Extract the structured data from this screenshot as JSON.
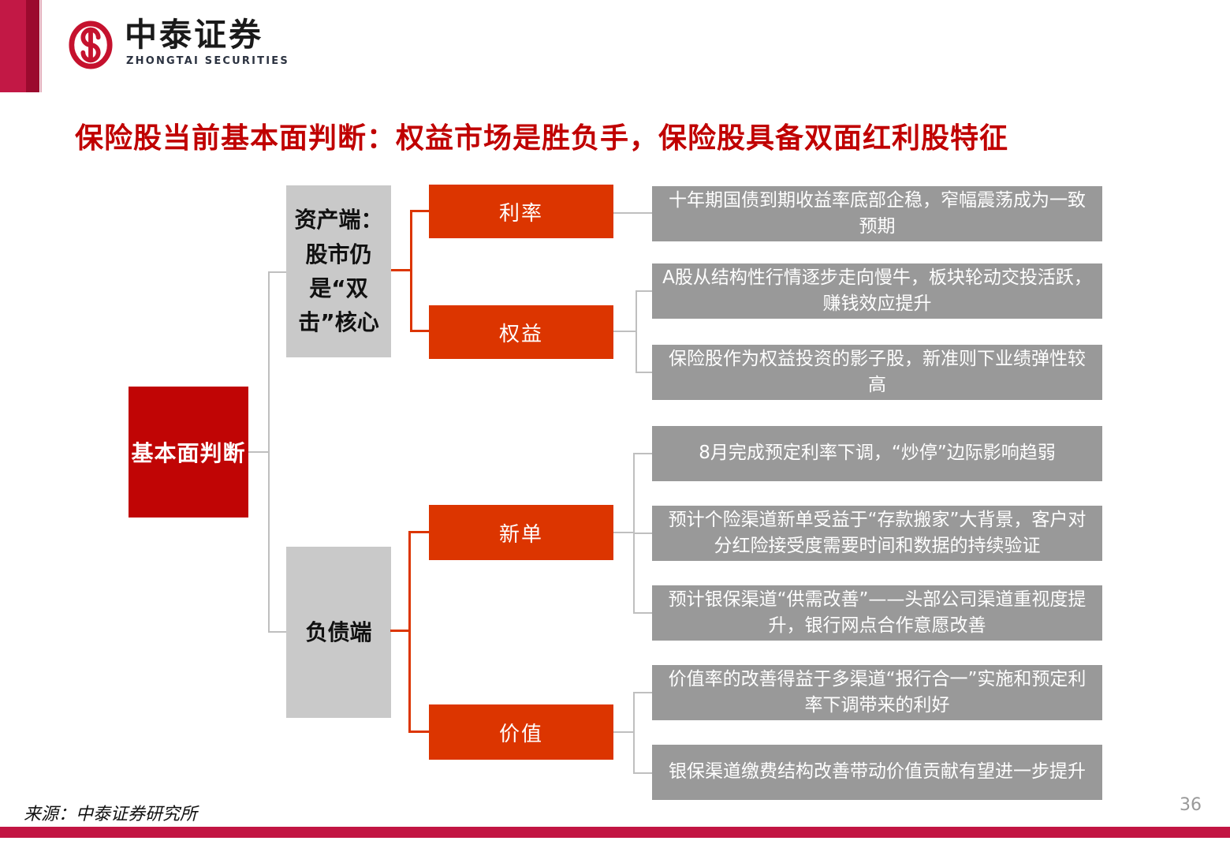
{
  "logo": {
    "cn": "中泰证券",
    "en": "ZHONGTAI SECURITIES"
  },
  "title": "保险股当前基本面判断：权益市场是胜负手，保险股具备双面红利股特征",
  "diagram": {
    "root": {
      "label": "基本面判断"
    },
    "branches": [
      {
        "label": "资产端：股市仍是“双击”核心",
        "leaves": [
          {
            "label": "利率",
            "points": [
              "十年期国债到期收益率底部企稳，窄幅震荡成为一致预期"
            ]
          },
          {
            "label": "权益",
            "points": [
              "A股从结构性行情逐步走向慢牛，板块轮动交投活跃，赚钱效应提升",
              "保险股作为权益投资的影子股，新准则下业绩弹性较高"
            ]
          }
        ]
      },
      {
        "label": "负债端",
        "leaves": [
          {
            "label": "新单",
            "points": [
              "8月完成预定利率下调，“炒停”边际影响趋弱",
              "预计个险渠道新单受益于“存款搬家”大背景，客户对分红险接受度需要时间和数据的持续验证",
              "预计银保渠道“供需改善”——头部公司渠道重视度提升，银行网点合作意愿改善"
            ]
          },
          {
            "label": "价值",
            "points": [
              "价值率的改善得益于多渠道“报行合一”实施和预定利率下调带来的利好",
              "银保渠道缴费结构改善带动价值贡献有望进一步提升"
            ]
          }
        ]
      }
    ],
    "colors": {
      "brand_red": "#C5122E",
      "root_red": "#C00505",
      "leaf_orange_red": "#DC3500",
      "branch_gray": "#C9C9C9",
      "point_gray": "#999999",
      "connector_gray": "#BFBFBF",
      "title_red": "#C00000",
      "bottom_bar_red": "#C21543"
    }
  },
  "footer": {
    "source": "来源：中泰证券研究所",
    "page_number": "36"
  }
}
